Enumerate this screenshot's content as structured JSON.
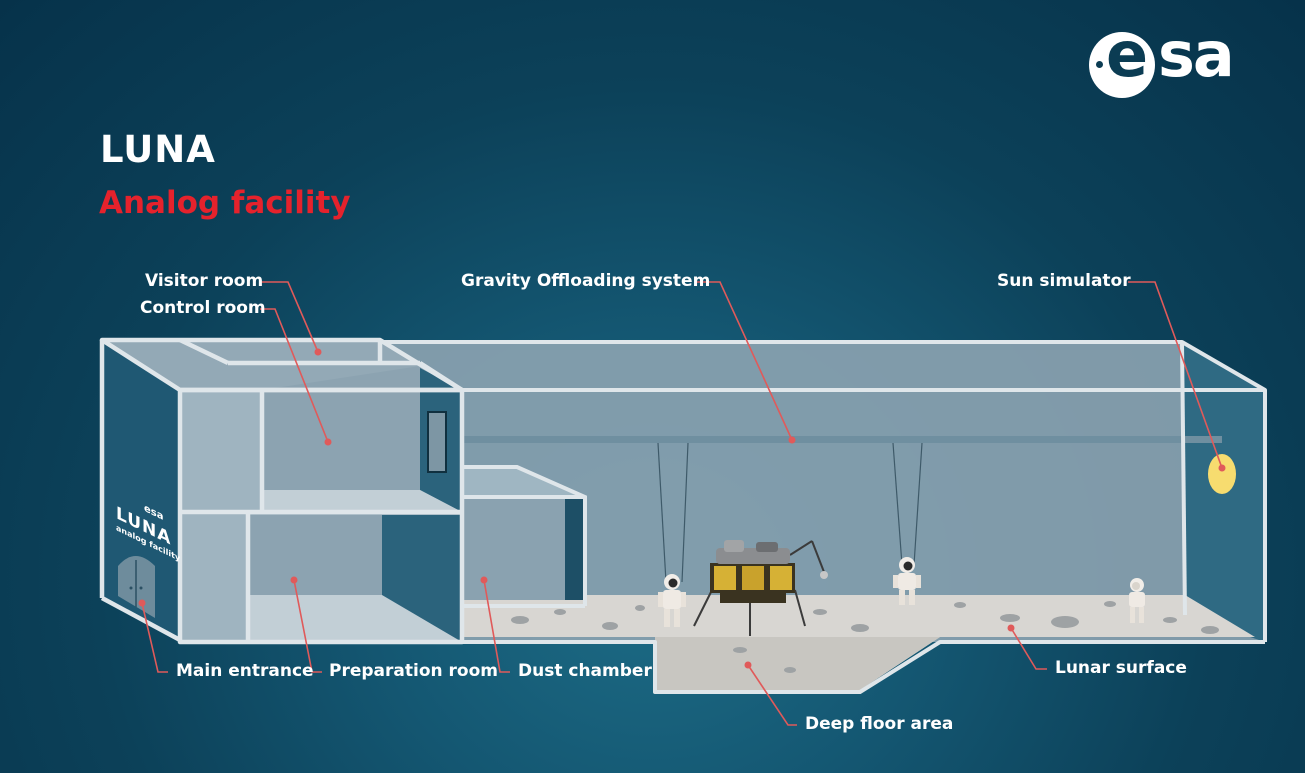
{
  "header": {
    "title": "LUNA",
    "subtitle": "Analog facility"
  },
  "logo": {
    "brand": "esa",
    "icon": "esa-logo-icon"
  },
  "wall_sign": {
    "title": "LUNA",
    "subtitle": "analog facility",
    "brand": "esa"
  },
  "labels": {
    "visitor_room": "Visitor room",
    "control_room": "Control room",
    "gravity_offloading": "Gravity Offloading system",
    "sun_simulator": "Sun simulator",
    "main_entrance": "Main entrance",
    "preparation_room": "Preparation room",
    "dust_chamber": "Dust chamber",
    "lunar_surface": "Lunar surface",
    "deep_floor": "Deep floor area"
  },
  "colors": {
    "background": "#0c4159",
    "accent_red": "#e5222c",
    "leader_line": "#e05a5a",
    "sun": "#f7dc6f",
    "regolith": "#d8d6d2"
  }
}
